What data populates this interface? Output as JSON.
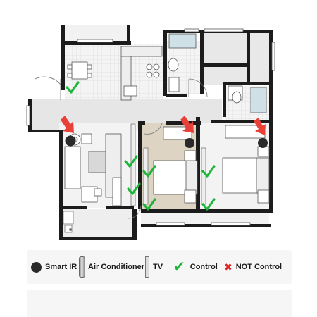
{
  "legend": {
    "smart_ir": {
      "label": "Smart IR",
      "icon": "smart-ir-dot-icon"
    },
    "air_conditioner": {
      "label": "Air Conditioner",
      "icon": "air-conditioner-icon"
    },
    "tv": {
      "label": "TV",
      "icon": "tv-icon"
    },
    "control": {
      "label": "Control",
      "icon": "check-icon",
      "color": "#1fb53a"
    },
    "not_control": {
      "label": "NOT Control",
      "icon": "x-icon",
      "color": "#e02424"
    }
  },
  "colors": {
    "wall": "#1c1c1c",
    "corridor": "#e6e6e6",
    "bedroom_floor": "#ddd4c4",
    "arrow": "#e8413a",
    "check": "#1fb53a",
    "smart_ir": "#2a2a2a"
  }
}
